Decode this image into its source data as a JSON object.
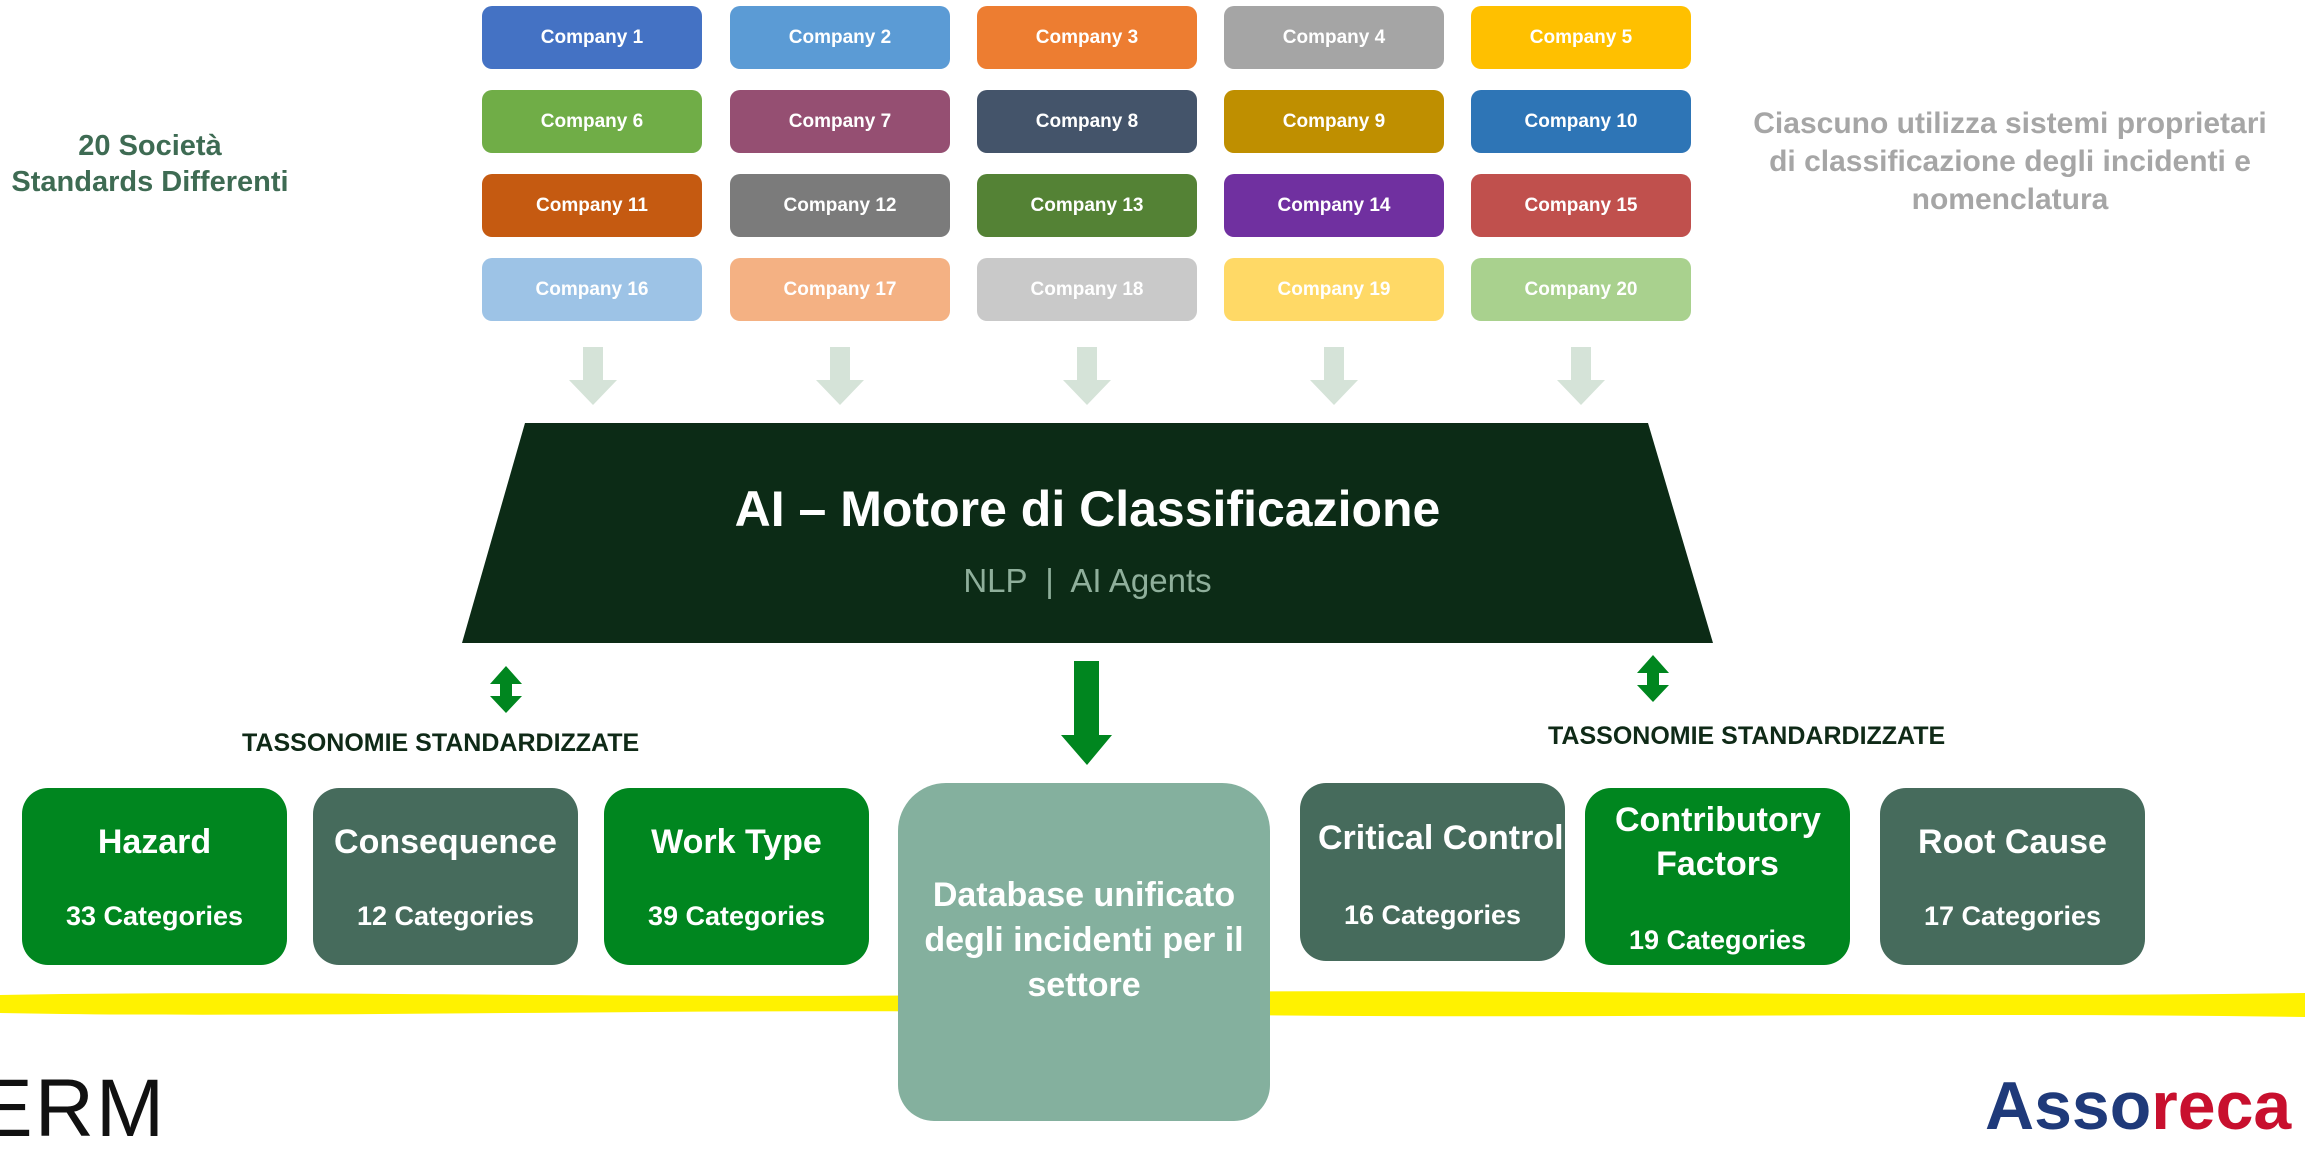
{
  "left_note": {
    "line1": "20 Società",
    "line2": "Standards Differenti"
  },
  "right_note": {
    "line1": "Ciascuno utilizza sistemi proprietari",
    "line2": "di classificazione degli incidenti e",
    "line3": "nomenclatura"
  },
  "companies": [
    {
      "label": "Company 1",
      "color": "#4472C4"
    },
    {
      "label": "Company 2",
      "color": "#5B9BD5"
    },
    {
      "label": "Company 3",
      "color": "#ED7D31"
    },
    {
      "label": "Company 4",
      "color": "#A5A5A5"
    },
    {
      "label": "Company 5",
      "color": "#FFC000"
    },
    {
      "label": "Company 6",
      "color": "#70AD47"
    },
    {
      "label": "Company 7",
      "color": "#954F72"
    },
    {
      "label": "Company 8",
      "color": "#44546A"
    },
    {
      "label": "Company 9",
      "color": "#BF8F00"
    },
    {
      "label": "Company 10",
      "color": "#2E75B6"
    },
    {
      "label": "Company 11",
      "color": "#C55A11"
    },
    {
      "label": "Company 12",
      "color": "#7B7B7B"
    },
    {
      "label": "Company 13",
      "color": "#548235"
    },
    {
      "label": "Company 14",
      "color": "#7030A0"
    },
    {
      "label": "Company 15",
      "color": "#C0504D"
    },
    {
      "label": "Company 16",
      "color": "#9DC3E6"
    },
    {
      "label": "Company 17",
      "color": "#F4B183"
    },
    {
      "label": "Company 18",
      "color": "#C9C9C9"
    },
    {
      "label": "Company 19",
      "color": "#FFD966"
    },
    {
      "label": "Company 20",
      "color": "#A9D18E"
    }
  ],
  "engine": {
    "title": "AI – Motore di Classificazione",
    "subtitle": "NLP  |  AI Agents"
  },
  "taxonomy_label_left": "TASSONOMIE STANDARDIZZATE",
  "taxonomy_label_right": "TASSONOMIE STANDARDIZZATE",
  "categories": [
    {
      "title": "Hazard",
      "count": "33 Categories"
    },
    {
      "title": "Consequence",
      "count": "12 Categories"
    },
    {
      "title": "Work Type",
      "count": "39 Categories"
    },
    {
      "title": "Critical Control",
      "count": "16 Categories"
    },
    {
      "title": "Contributory Factors",
      "count": "19 Categories"
    },
    {
      "title": "Root Cause",
      "count": "17 Categories"
    }
  ],
  "database": {
    "line1": "Database unificato",
    "line2": "degli incidenti per il",
    "line3": "settore"
  },
  "logos": {
    "left": "ERM",
    "right": "Assoreca"
  },
  "colors": {
    "engine_bg": "#0C2B16",
    "bright_green": "#00861F",
    "dark_teal": "#466B5C",
    "database_bg": "#84B09E",
    "accent_yellow": "#FFF200",
    "side_text_green": "#3E6B53",
    "side_text_gray": "#A6A6A6"
  }
}
